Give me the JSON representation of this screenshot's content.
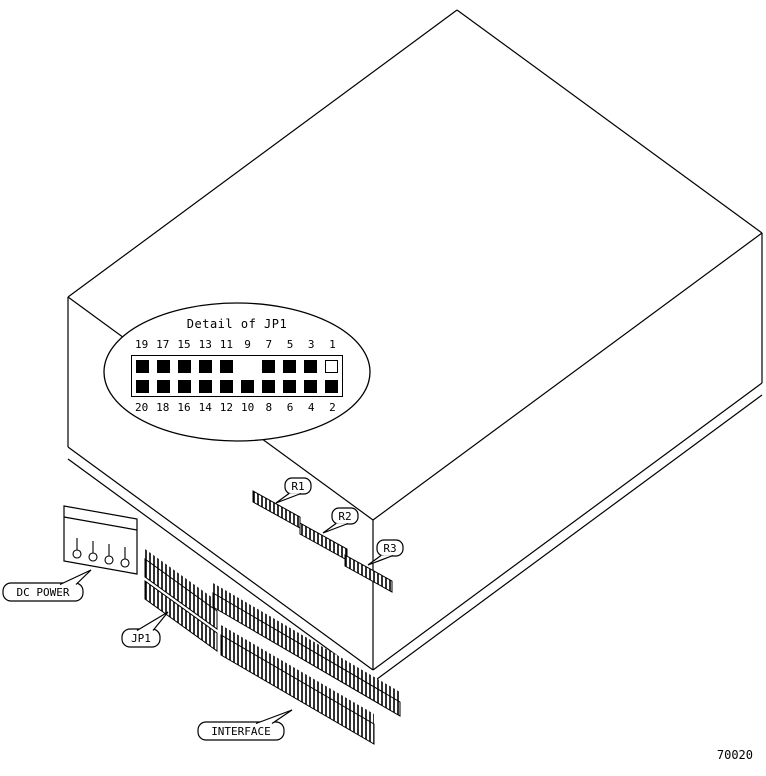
{
  "figure": {
    "part_number": "70020",
    "detail_callout": {
      "title": "Detail of JP1",
      "top_row_labels": [
        "19",
        "17",
        "15",
        "13",
        "11",
        "9",
        "7",
        "5",
        "3",
        "1"
      ],
      "top_row_pins": [
        "filled",
        "filled",
        "filled",
        "filled",
        "filled",
        "missing",
        "filled",
        "filled",
        "filled",
        "open"
      ],
      "bottom_row_labels": [
        "20",
        "18",
        "16",
        "14",
        "12",
        "10",
        "8",
        "6",
        "4",
        "2"
      ],
      "bottom_row_pins": [
        "filled",
        "filled",
        "filled",
        "filled",
        "filled",
        "filled",
        "filled",
        "filled",
        "filled",
        "filled"
      ]
    },
    "labels": {
      "dc_power": "DC POWER",
      "jp1": "JP1",
      "interface": "INTERFACE",
      "r1": "R1",
      "r2": "R2",
      "r3": "R3"
    },
    "colors": {
      "line": "#000000",
      "background": "#ffffff"
    }
  }
}
